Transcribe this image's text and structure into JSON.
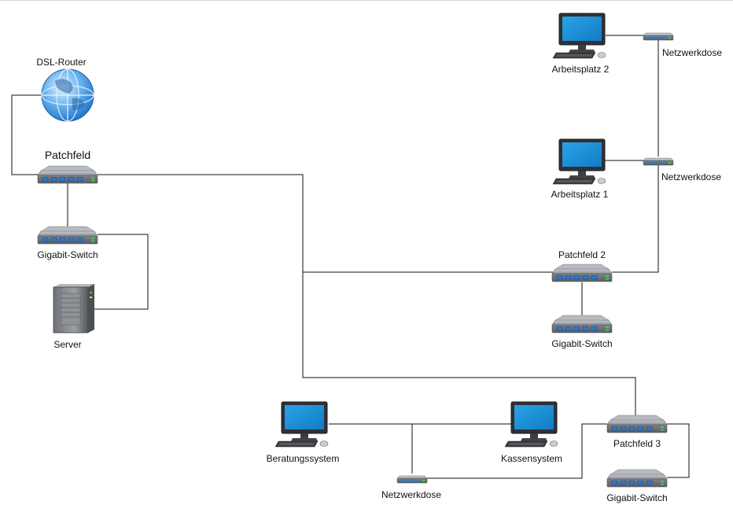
{
  "labels": {
    "dsl_router": "DSL-Router",
    "patchfeld": "Patchfeld",
    "gigabit_switch_1": "Gigabit-Switch",
    "server": "Server",
    "arbeitsplatz_2": "Arbeitsplatz 2",
    "netzwerkdose_1": "Netzwerkdose",
    "arbeitsplatz_1": "Arbeitsplatz 1",
    "netzwerkdose_2": "Netzwerkdose",
    "patchfeld_2": "Patchfeld 2",
    "gigabit_switch_2": "Gigabit-Switch",
    "beratungssystem": "Beratungssystem",
    "kassensystem": "Kassensystem",
    "patchfeld_3": "Patchfeld 3",
    "netzwerkdose_3": "Netzwerkdose",
    "gigabit_switch_3": "Gigabit-Switch"
  },
  "icons": {
    "router": "globe-icon",
    "switch": "switch-icon",
    "server": "server-tower-icon",
    "workstation": "desktop-computer-icon",
    "wall_socket": "network-socket-icon"
  },
  "colors": {
    "screen_blue": "#1d8fd6",
    "device_gray": "#8d9298",
    "port_blue": "#2a7ad8",
    "globe_blue": "#3b8ee0",
    "wire": "#111111"
  }
}
